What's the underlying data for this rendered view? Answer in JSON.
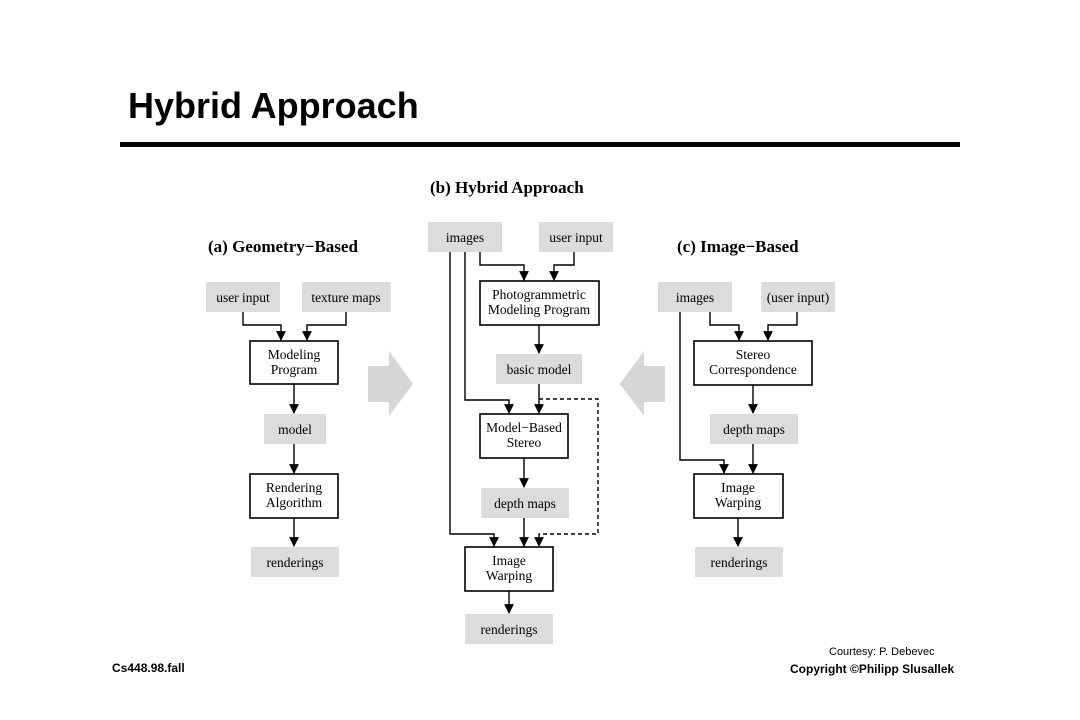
{
  "slide": {
    "title": "Hybrid Approach",
    "footer_left": "Cs448.98.fall",
    "credit": "Courtesy: P. Debevec",
    "copyright": "Copyright ©Philipp  Slusallek"
  },
  "diagram": {
    "a": {
      "heading": "(a) Geometry−Based",
      "user_input": "user input",
      "texture_maps": "texture maps",
      "modeling_program": [
        "Modeling",
        "Program"
      ],
      "model": "model",
      "rendering_algorithm": [
        "Rendering",
        "Algorithm"
      ],
      "renderings": "renderings"
    },
    "b": {
      "heading": "(b) Hybrid Approach",
      "images": "images",
      "user_input": "user input",
      "photogrammetric": [
        "Photogrammetric",
        "Modeling Program"
      ],
      "basic_model": "basic model",
      "model_based_stereo": [
        "Model−Based",
        "Stereo"
      ],
      "depth_maps": "depth maps",
      "image_warping": [
        "Image",
        "Warping"
      ],
      "renderings": "renderings"
    },
    "c": {
      "heading": "(c) Image−Based",
      "images": "images",
      "user_input": "(user input)",
      "stereo_correspondence": [
        "Stereo",
        "Correspondence"
      ],
      "depth_maps": "depth maps",
      "image_warping": [
        "Image",
        "Warping"
      ],
      "renderings": "renderings"
    }
  }
}
